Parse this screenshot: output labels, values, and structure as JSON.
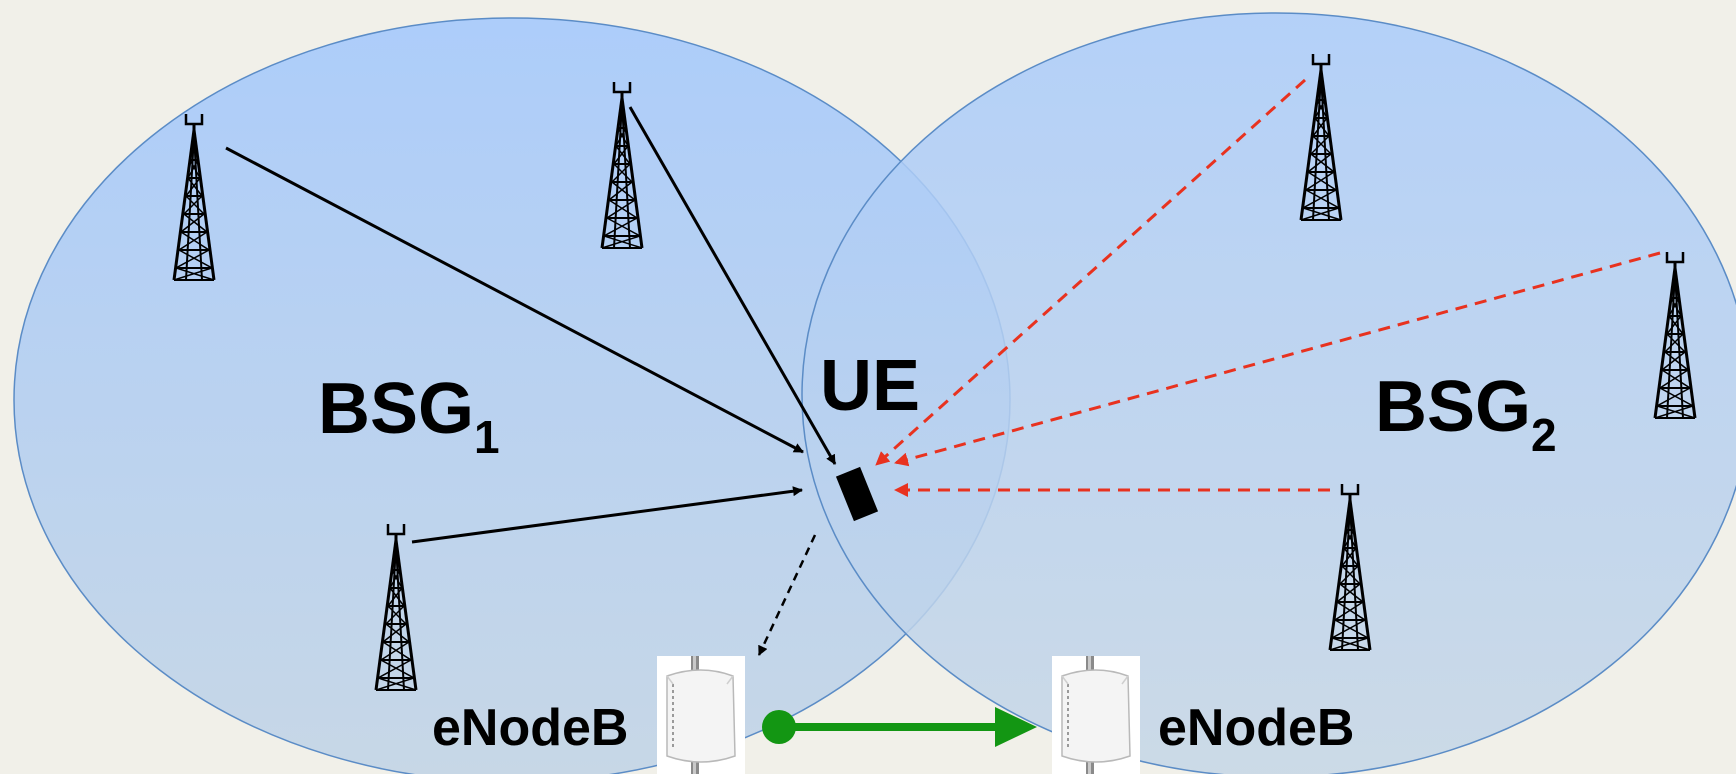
{
  "diagram": {
    "groups": [
      {
        "id": "bsg1",
        "name": "BSG",
        "subscript": "1"
      },
      {
        "id": "bsg2",
        "name": "BSG",
        "subscript": "2"
      }
    ],
    "ue_label": "UE",
    "enodeb_labels": [
      "eNodeB",
      "eNodeB"
    ],
    "colors": {
      "background": "#f1f0e9",
      "cell_fill_top": "#a9cbfb",
      "cell_fill_bottom": "#c5d6e6",
      "cell_stroke": "#5b8cc6",
      "serving_link": "#000000",
      "interfering_link": "#e8321f",
      "backhaul_link": "#139613"
    },
    "icons": {
      "tower": "cell-tower-icon",
      "ue": "mobile-device-icon",
      "enodeb": "enodeb-radio-unit-icon"
    }
  }
}
